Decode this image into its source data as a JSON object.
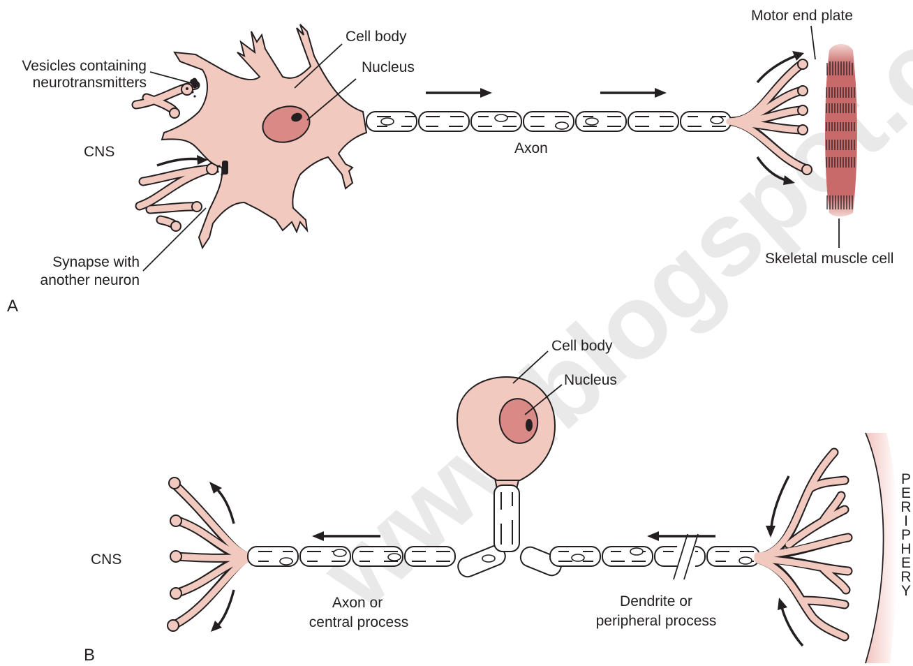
{
  "watermark": "www.blogspot.com",
  "panel_a": {
    "letter": "A",
    "labels": {
      "vesicles_line1": "Vesicles containing",
      "vesicles_line2": "neurotransmitters",
      "cns": "CNS",
      "synapse_line1": "Synapse with",
      "synapse_line2": "another neuron",
      "cell_body": "Cell body",
      "nucleus": "Nucleus",
      "axon": "Axon",
      "motor_end_plate": "Motor end plate",
      "skeletal_muscle_cell": "Skeletal muscle cell"
    }
  },
  "panel_b": {
    "letter": "B",
    "labels": {
      "cell_body": "Cell body",
      "nucleus": "Nucleus",
      "cns": "CNS",
      "axon_line1": "Axon or",
      "axon_line2": "central process",
      "dendrite_line1": "Dendrite or",
      "dendrite_line2": "peripheral process",
      "periphery": [
        "P",
        "E",
        "R",
        "I",
        "P",
        "H",
        "E",
        "R",
        "Y"
      ]
    }
  },
  "colors": {
    "cell_fill": "#f2c9bf",
    "nucleus_fill": "#d98a87",
    "muscle_fill": "#c96a6a",
    "periphery_band": "#f6d6d2",
    "ink": "#231f20"
  }
}
